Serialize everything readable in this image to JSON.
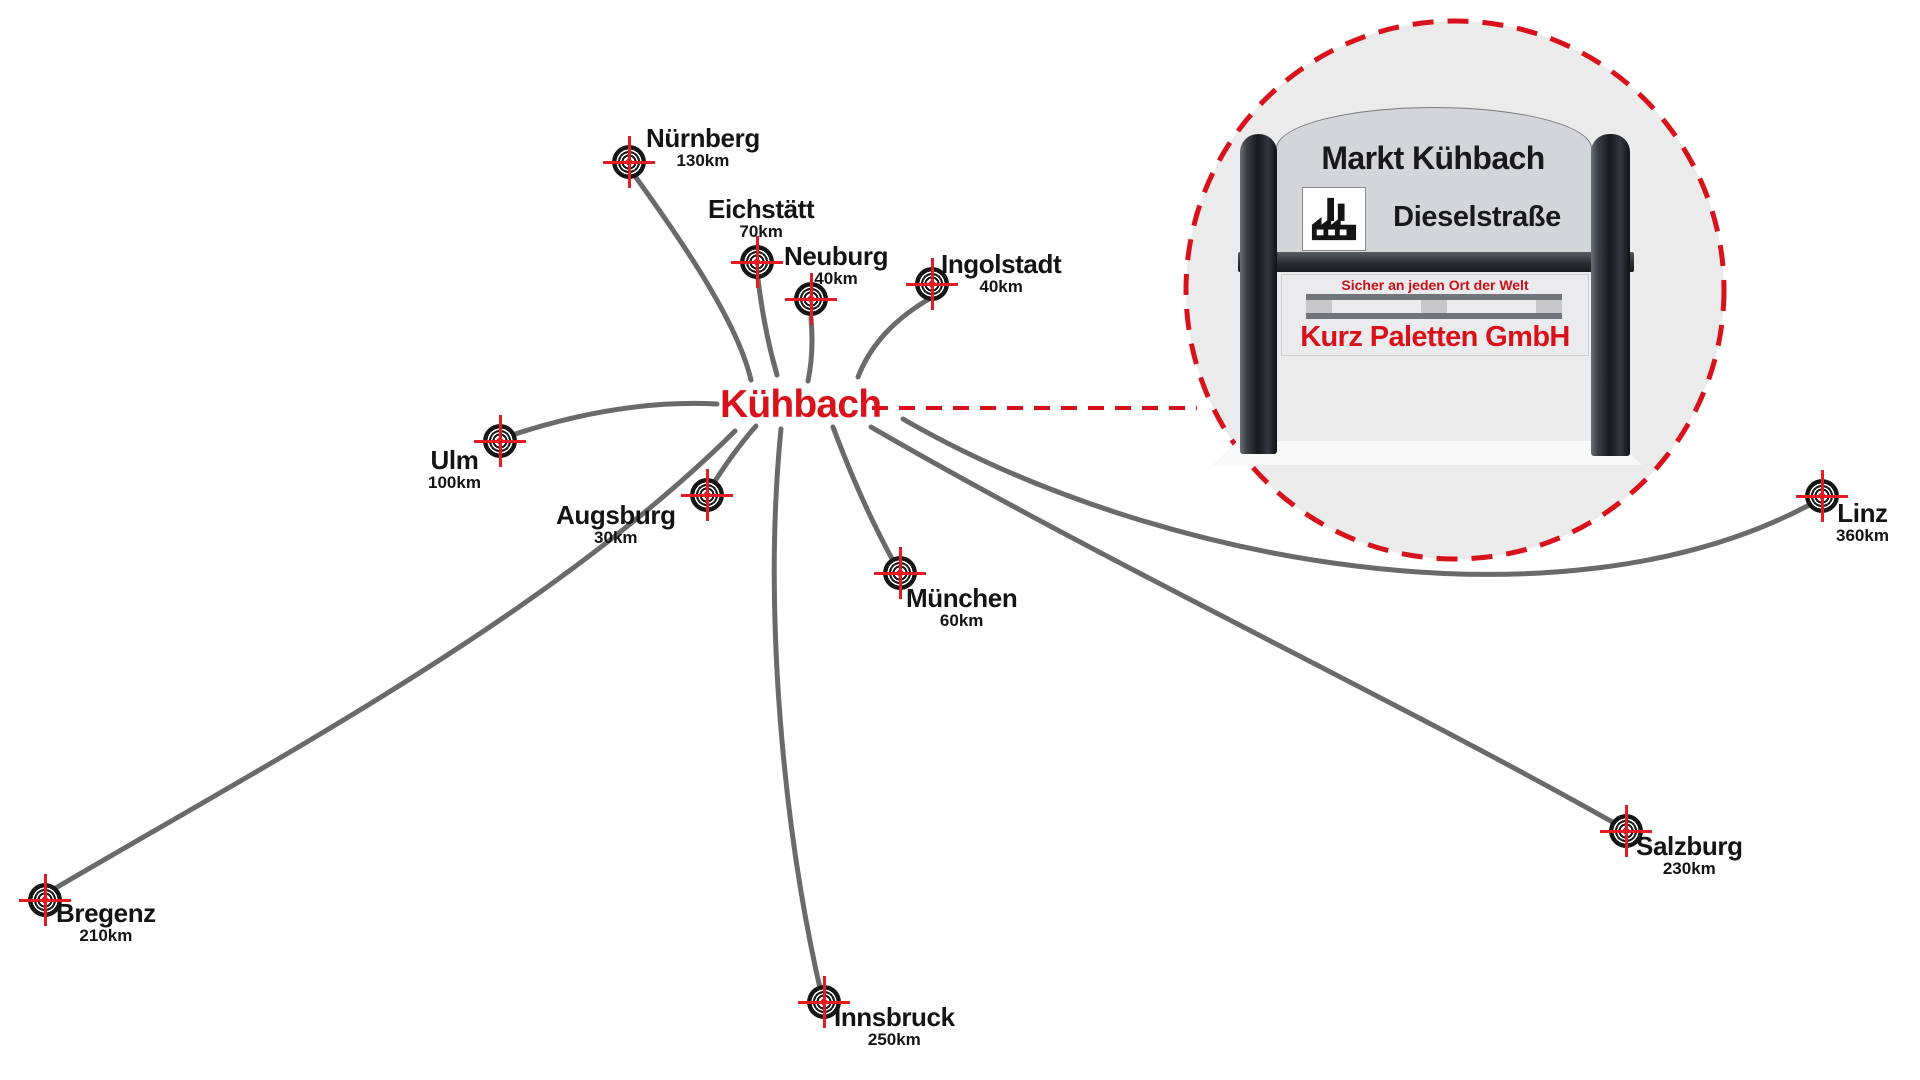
{
  "hub": {
    "name": "Kühbach"
  },
  "cities": [
    {
      "name": "Nürnberg",
      "distance": "130km"
    },
    {
      "name": "Eichstätt",
      "distance": "70km"
    },
    {
      "name": "Neuburg",
      "distance": "40km"
    },
    {
      "name": "Ingolstadt",
      "distance": "40km"
    },
    {
      "name": "Ulm",
      "distance": "100km"
    },
    {
      "name": "Augsburg",
      "distance": "30km"
    },
    {
      "name": "München",
      "distance": "60km"
    },
    {
      "name": "Linz",
      "distance": "360km"
    },
    {
      "name": "Salzburg",
      "distance": "230km"
    },
    {
      "name": "Bregenz",
      "distance": "210km"
    },
    {
      "name": "Innsbruck",
      "distance": "250km"
    }
  ],
  "sign": {
    "title": "Markt Kühbach",
    "street": "Dieselstraße",
    "tagline": "Sicher an jeden Ort der Welt",
    "company": "Kurz Paletten GmbH"
  },
  "colors": {
    "accent_red": "#d8121a",
    "marker_red": "#e41b22",
    "route_gray": "#6a6a6a",
    "inset_fill": "#ebebeb",
    "sign_panel_gray": "#d3d5d9"
  }
}
